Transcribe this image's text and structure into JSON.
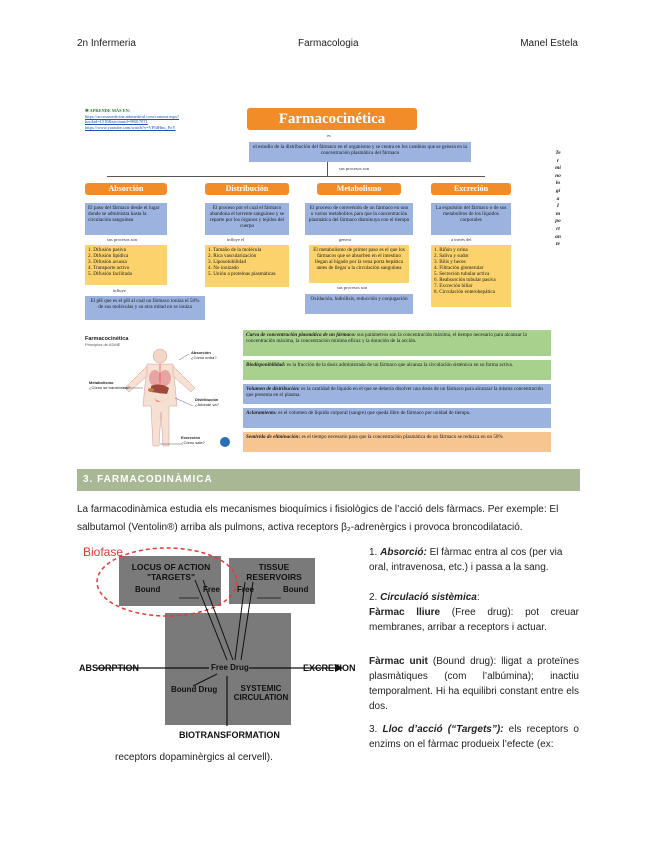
{
  "header": {
    "left": "2n Infermeria",
    "center": "Farmacologia",
    "right": "Manel Estela"
  },
  "infographic": {
    "aprende": {
      "title": "✱ APRENDE MÁS EN:",
      "links": [
        "https://accessmedicina.mhmedical.com/content.aspx?bookid=1510&sectionid=98017071",
        "https://www.youtube.com/watch?v=VPIdHnu_PoY"
      ]
    },
    "title": "Farmacocinética",
    "es": "es",
    "definition": "el estudio de la distribución del fármaco en el organismo y se centra en los cambios que se genera en la concentración plasmática del fármaco",
    "sus_procesos": "sus procesos son",
    "side_text": "Terminología Importante",
    "processes": [
      {
        "name": "Absorción",
        "desc": "El paso del fármaco desde el lugar donde se administra hasta la circulación sanguínea",
        "list_label": "sus procesos son",
        "items": [
          "1. Difusión pasiva",
          "2. Difusión lipídica",
          "3. Difusión acuosa",
          "4. Transporte activo",
          "5. Difusión facilitada"
        ],
        "influye": "influye",
        "extra": "El pH que es el pH al cual un fármaco ioniza el 50% de sus moléculas y su otra mitad no se ioniza"
      },
      {
        "name": "Distribución",
        "desc": "El proceso por el cual el fármaco abandona el torrente sanguíneo y se reparte por los órganos y tejidos del cuerpo",
        "list_label": "influye el",
        "items": [
          "1. Tamaño de la molécula",
          "2. Rica vascularización",
          "3. Liposolubilidad",
          "4. No ionizado",
          "5. Unión a proteínas plasmáticas"
        ]
      },
      {
        "name": "Metabolismo",
        "desc": "El proceso de conversión de un fármaco en uno o varios metabolitos para que la concentración plasmática del fármaco disminuya con el tiempo",
        "list_label": "genera",
        "extra": "El metabolismo de primer paso es el que los fármacos que se absorben en el intestino llegan al hígado por la vena porta hepática antes de llegar a la circulación sanguínea",
        "proc_label": "sus procesos son",
        "proc": "Oxidación, hidrólisis, reducción y conjugación"
      },
      {
        "name": "Excreción",
        "desc": "La expulsión del fármaco o de sus metabolitos de los líquidos corporales",
        "list_label": "a través del",
        "items": [
          "1. Riñón y orina",
          "2. Saliva y sudor",
          "3. Bilis y heces",
          "4. Filtración glomerular",
          "5. Secreción tubular activa",
          "6. Reabsorción tubular pasiva",
          "7. Excreción biliar",
          "8. Circulación enterohepática"
        ]
      }
    ],
    "terms": [
      {
        "term": "Curva de concentración plasmática de un fármaco:",
        "text": " sus parámetros son la concentración máxima, el tiempo necesario para alcanzar la concentración máxima, la concentración mínima eficaz y la duración de la acción."
      },
      {
        "term": "Biodisponibilidad:",
        "text": " es la fracción de la dosis administrada de un fármaco que alcanza la circulación sistémica en su forma activa."
      },
      {
        "term": "Volumen de distribución:",
        "text": " es la cantidad de líquido en el que se debería disolver una dosis de un fármaco para alcanzar la misma concentración que presenta en el plasma."
      },
      {
        "term": "Aclaramiento:",
        "text": " es el volumen de líquido corporal (sangre) que queda libre de fármaco por unidad de tiempo."
      },
      {
        "term": "Semivida de eliminación:",
        "text": " es el tiempo necesario para que la concentración plasmática de un fármaco se reduzca en un 50%"
      }
    ],
    "body": {
      "title": "Farmacocinética",
      "subtitle": "Principios de ADME",
      "absorcion": "Absorción",
      "absorcion_q": "¿Cómo entra?",
      "metabolismo": "Metabolismo",
      "metabolismo_q": "¿Cómo se transforma?",
      "distribucion": "Distribución",
      "distribucion_q": "¿Adónde va?",
      "excrecion": "Excreción",
      "excrecion_q": "¿Cómo sale?"
    }
  },
  "section": {
    "title": "3. FARMACODINÀMICA"
  },
  "intro": "La farmacodinàmica estudia els mecanismes bioquímics i fisiològics de l’acció dels fàrmacs. Per exemple: El salbutamol (Ventolin®) arriba als pulmons, activa receptors β₂-adrenèrgics i provoca broncodilatació.",
  "diagram": {
    "biofase": "Biofase",
    "locus_title": "LOCUS OF ACTION \"TARGETS\"",
    "bound": "Bound",
    "free": "Free",
    "tissue_title": "TISSUE RESERVOIRS",
    "tissue_free": "Free",
    "tissue_bound": "Bound",
    "absorption": "ABSORPTION",
    "free_drug": "Free Drug",
    "excretion": "EXCRETION",
    "bound_drug": "Bound Drug",
    "systemic": "SYSTEMIC CIRCULATION",
    "biotransformation": "BIOTRANSFORMATION",
    "caption": "receptors dopaminèrgics al cervell)."
  },
  "right": {
    "p1_num": "1. ",
    "p1_term": "Absorció:",
    "p1_text": " El fàrmac entra al cos (per via oral, intravenosa, etc.) i passa a la sang.",
    "p2_num": "2. ",
    "p2_term": "Circulació sistèmica",
    "p2_colon": ":",
    "p2a_term": "Fàrmac lliure",
    "p2a_text": " (Free drug): pot creuar membranes, arribar a receptors i actuar.",
    "p2b_term": "Fàrmac unit",
    "p2b_text": " (Bound drug): lligat a proteïnes plasmàtiques (com l’albúmina); inactiu temporalment. Hi ha equilibri constant entre els dos.",
    "p3_num": "3. ",
    "p3_term": "Lloc d’acció (“Targets”):",
    "p3_text": " els receptors o enzims on el fàrmac produeix l’efecte (ex:"
  }
}
